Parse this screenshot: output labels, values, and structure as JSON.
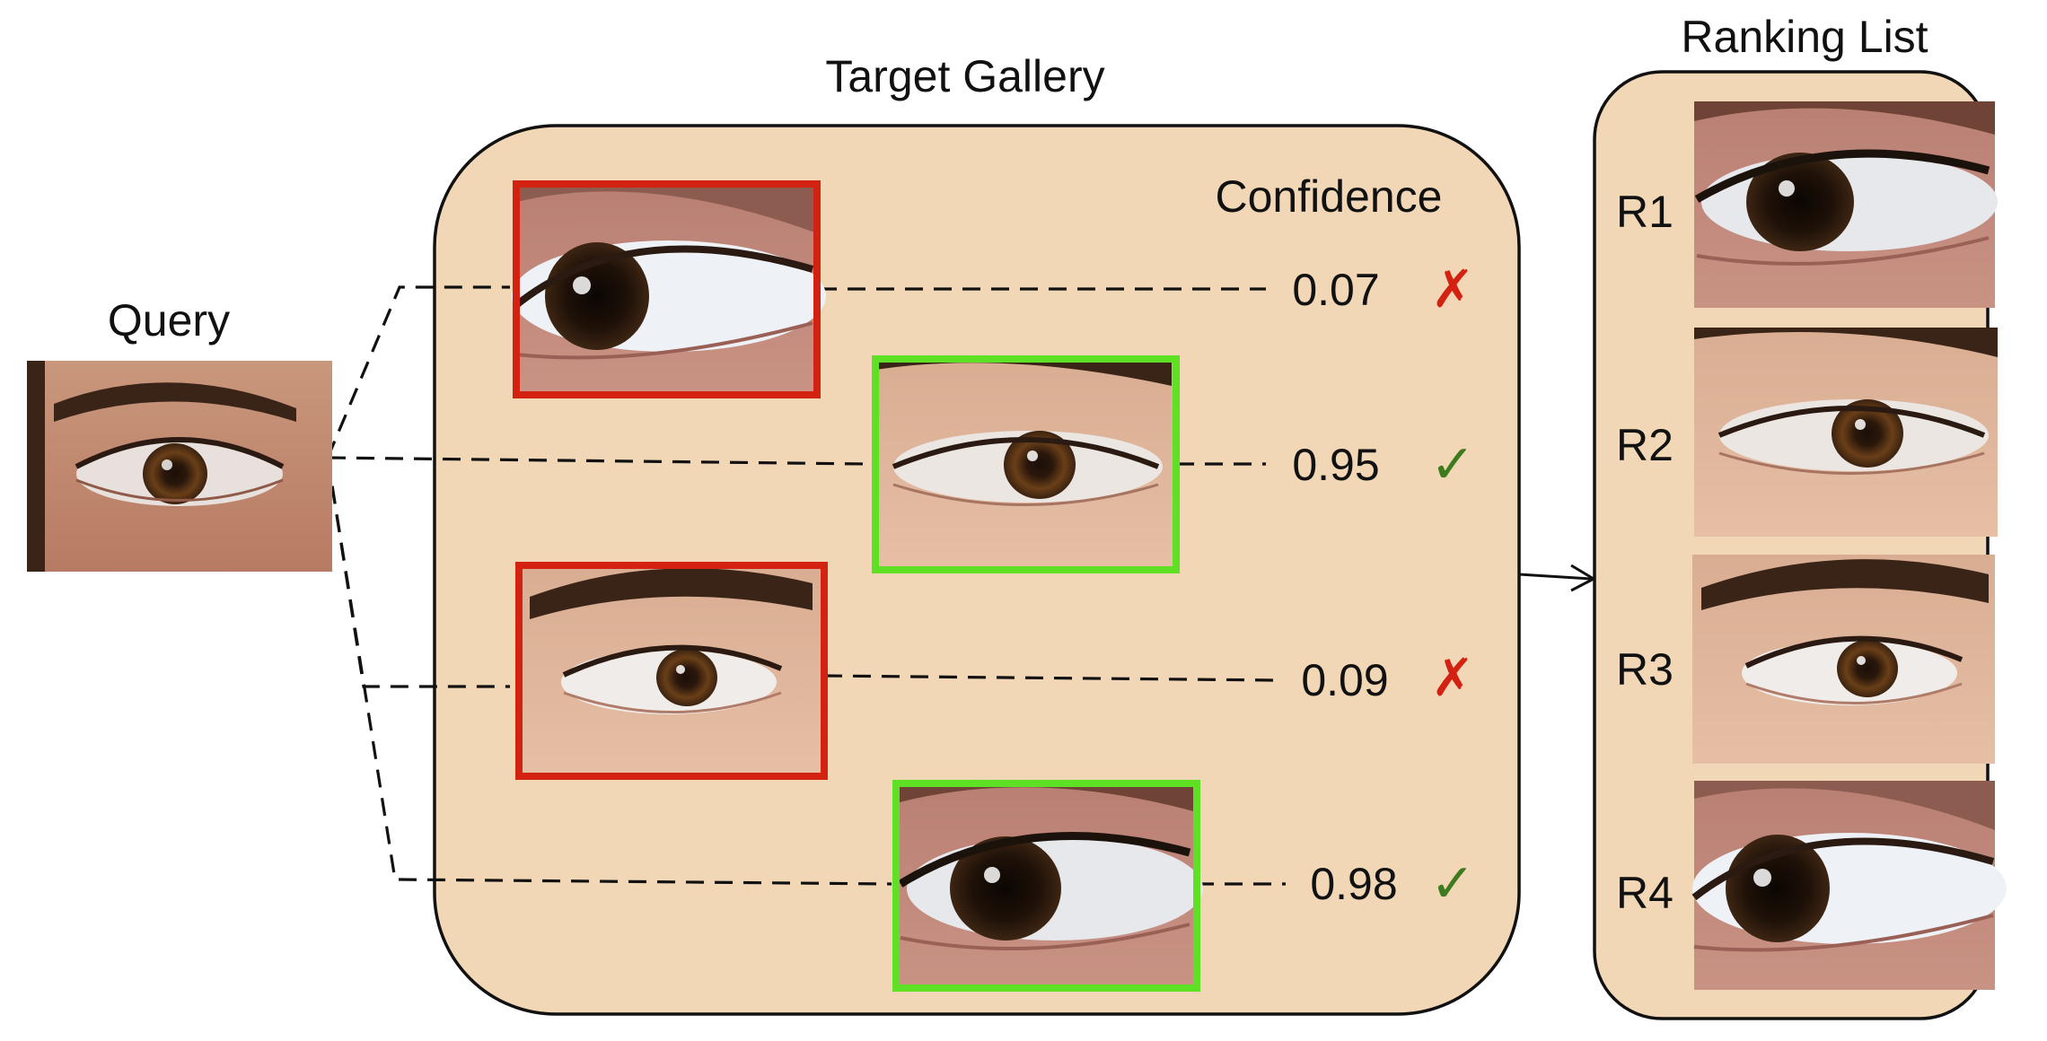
{
  "labels": {
    "query": "Query",
    "target_gallery": "Target Gallery",
    "ranking_list": "Ranking List",
    "confidence": "Confidence"
  },
  "gallery": [
    {
      "confidence": "0.07",
      "match": false,
      "mark": "✗",
      "border_color": "#d32212",
      "mark_color": "#d32212",
      "eye": "left-gaze-bright"
    },
    {
      "confidence": "0.95",
      "match": true,
      "mark": "✓",
      "border_color": "#5ee024",
      "mark_color": "#3e7a1e",
      "eye": "brow-eye-brown"
    },
    {
      "confidence": "0.09",
      "match": false,
      "mark": "✗",
      "border_color": "#d32212",
      "mark_color": "#d32212",
      "eye": "brow-eye-right-gaze"
    },
    {
      "confidence": "0.98",
      "match": true,
      "mark": "✓",
      "border_color": "#5ee024",
      "mark_color": "#3e7a1e",
      "eye": "dark-eye-closeup"
    }
  ],
  "ranking": [
    {
      "label": "R1",
      "eye": "dark-eye-closeup"
    },
    {
      "label": "R2",
      "eye": "brow-eye-brown"
    },
    {
      "label": "R3",
      "eye": "brow-eye-right-gaze"
    },
    {
      "label": "R4",
      "eye": "left-gaze-bright"
    }
  ],
  "colors": {
    "panel_fill": "#f1d7b6",
    "mismatch": "#d32212",
    "match_border": "#5ee024",
    "match_mark": "#3e7a1e"
  }
}
